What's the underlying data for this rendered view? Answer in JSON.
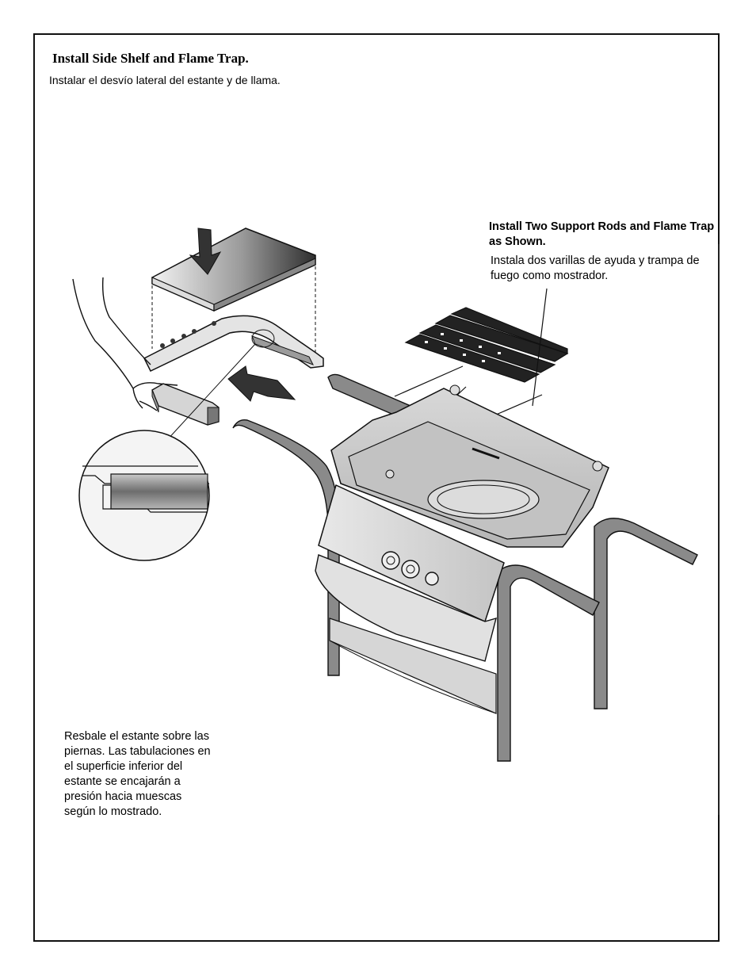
{
  "page": {
    "title": "Install Side Shelf and Flame Trap.",
    "subtitle": "Instalar el desvío lateral del estante y de llama.",
    "callout_en": "Install Two Support Rods and Flame Trap as Shown.",
    "callout_es": "Instala dos varillas de ayuda y trampa de fuego como mostrador.",
    "note": "Resbale el estante sobre las piernas. Las tabulaciones en el superficie inferior del estante se encajarán a presión hacia muescas según lo mostrado."
  },
  "illustration": {
    "subject": "grill-assembly-diagram",
    "colors": {
      "ink": "#111111",
      "leg": "#8a8a8a",
      "body": "#cfcfcf",
      "shelf_dark": "#3a3a3a",
      "shelf_light": "#e6e6e6"
    }
  }
}
